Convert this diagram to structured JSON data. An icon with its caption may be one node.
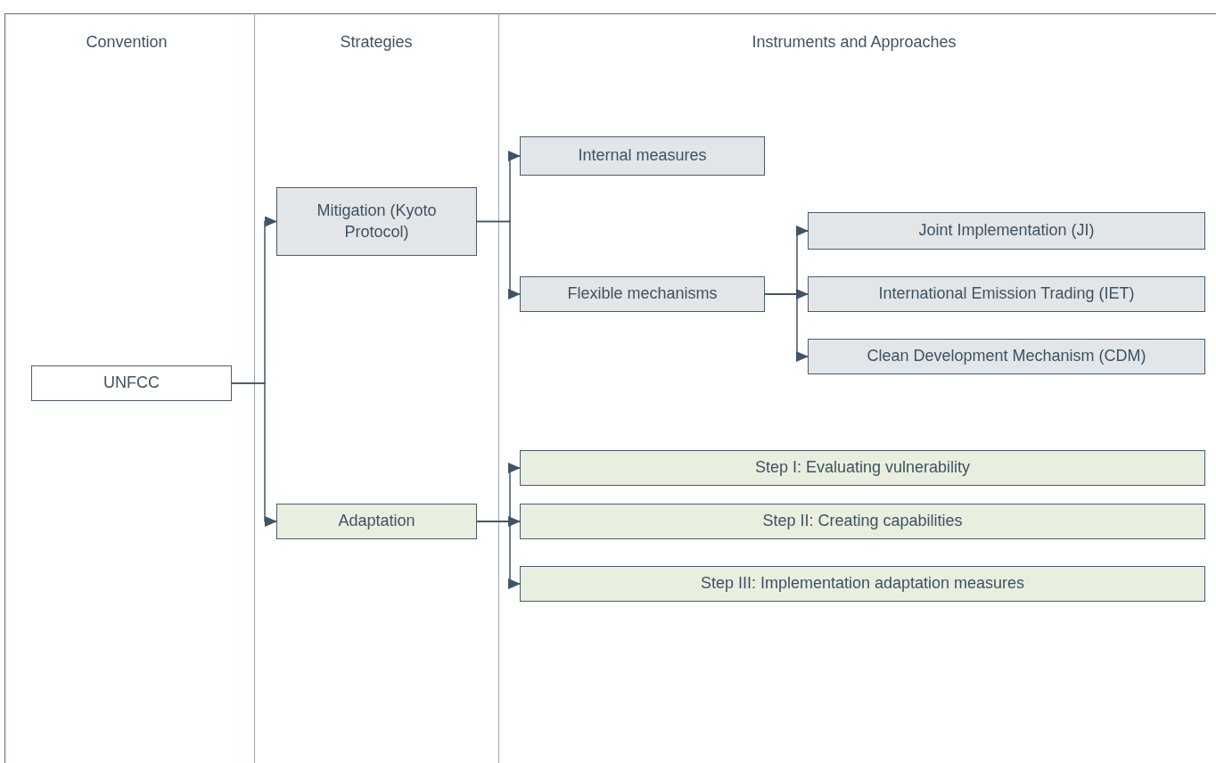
{
  "diagram": {
    "nodes": [
      {
        "text": [
          "UNFCC"
        ]
      },
      {
        "text": [
          "Mitigation (Kyoto Protocol)"
        ]
      },
      {
        "text": [
          "Adaptation"
        ]
      },
      {
        "text": [
          "Internal measures"
        ]
      },
      {
        "text": [
          "Flexible mechanisms"
        ]
      },
      {
        "text": [
          "Joint Implementation (JI)"
        ]
      },
      {
        "text": [
          "International Emission Trading (IET)"
        ]
      },
      {
        "text": [
          "Clean Development Mechanism (CDM)"
        ]
      },
      {
        "text": [
          "Step I: Evaluating vulnerability"
        ]
      },
      {
        "text": [
          "Step II: Creating capabilities"
        ]
      },
      {
        "text": [
          "Step III: Implementation adaptation measures"
        ]
      }
    ],
    "edges": [
      {
        "from": 0,
        "to": 1,
        "arrow": "to"
      },
      {
        "from": 0,
        "to": 2,
        "arrow": "to"
      },
      {
        "from": 1,
        "to": 3,
        "arrow": "to"
      },
      {
        "from": 1,
        "to": 4,
        "arrow": "to"
      },
      {
        "from": 4,
        "to": 5,
        "arrow": "to"
      },
      {
        "from": 4,
        "to": 6,
        "arrow": "to"
      },
      {
        "from": 4,
        "to": 7,
        "arrow": "to"
      },
      {
        "from": 2,
        "to": 8,
        "arrow": "to"
      },
      {
        "from": 2,
        "to": 9,
        "arrow": "to"
      },
      {
        "from": 2,
        "to": 10,
        "arrow": "to"
      }
    ],
    "labels": [
      "Convention",
      "Strategies",
      "Instruments and Approaches"
    ]
  }
}
